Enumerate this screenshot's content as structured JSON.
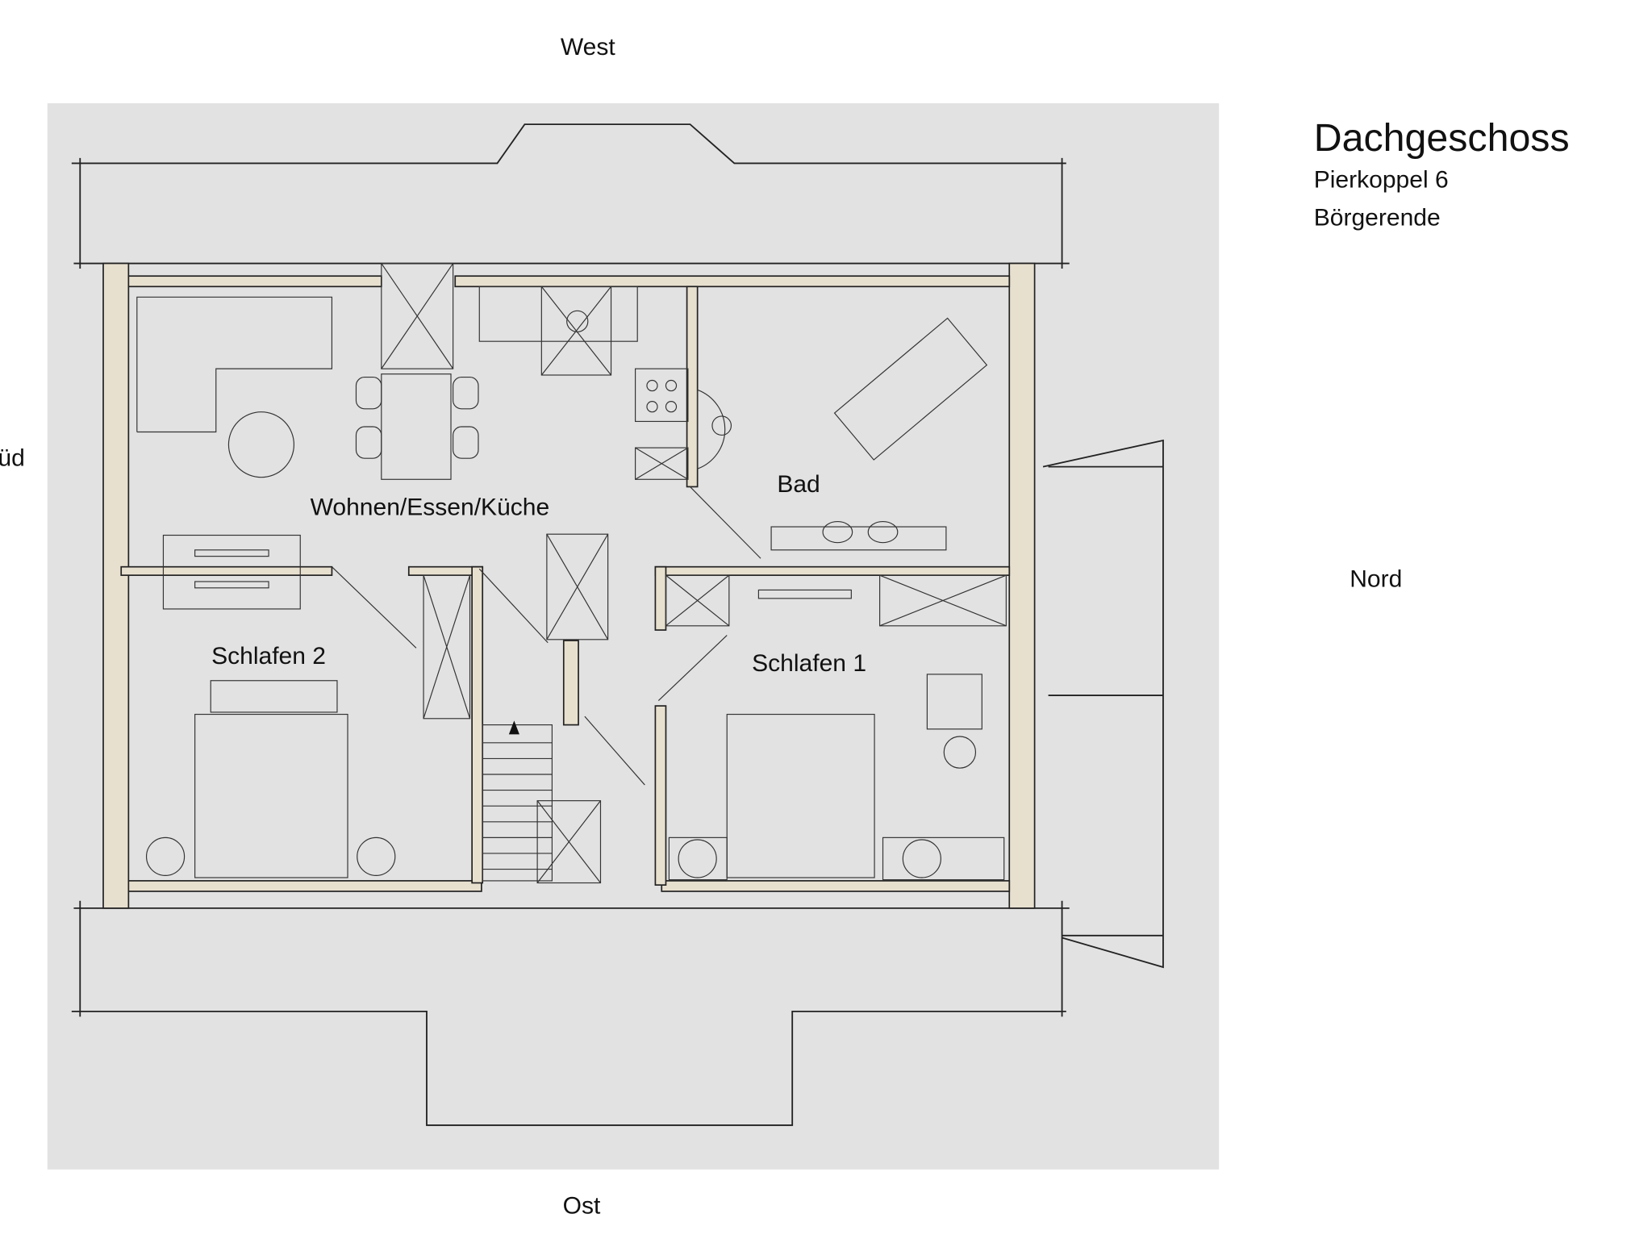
{
  "plan": {
    "title": "Dachgeschoss",
    "address_street": "Pierkoppel 6",
    "address_town": "Börgerende",
    "compass": {
      "west": "West",
      "east": "Ost",
      "north": "Nord",
      "south_partial": "üd"
    },
    "rooms": [
      {
        "name": "Wohnen/Essen/Küche"
      },
      {
        "name": "Bad"
      },
      {
        "name": "Schlafen 2"
      },
      {
        "name": "Schlafen 1"
      }
    ]
  },
  "colors": {
    "paper": "#e2e2e2",
    "wall_fill": "#e8e0cf",
    "ink": "#222222"
  }
}
